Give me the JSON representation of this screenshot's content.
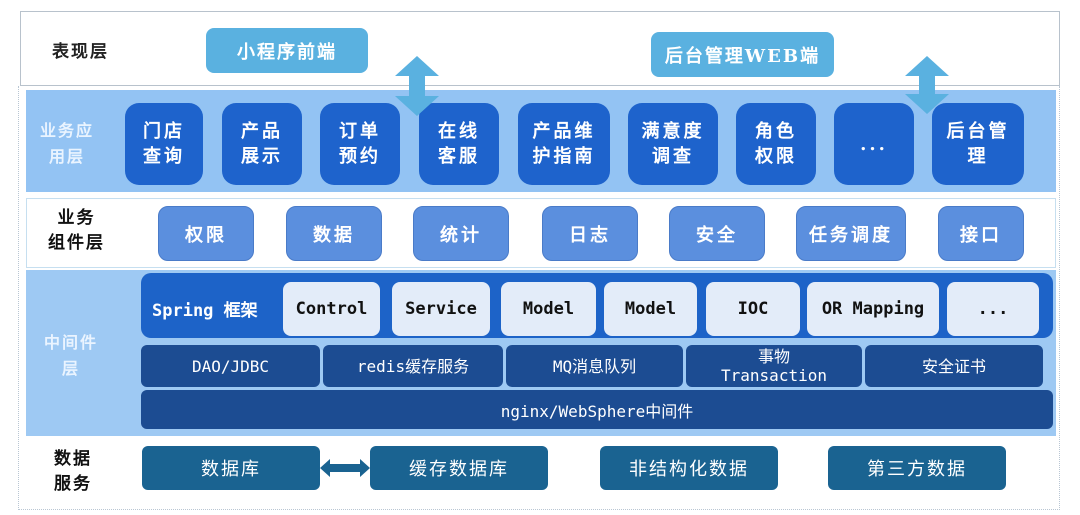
{
  "diagram": {
    "colors": {
      "presentation_box": "#5ab1e0",
      "app_layer_bg": "#93c3f3",
      "app_box": "#1e63cc",
      "component_box": "#5b8fde",
      "middleware_bg": "#9ec9f3",
      "spring_bar": "#1d63c8",
      "spring_box": "#e3ecf9",
      "service_box": "#1c4c92",
      "data_box": "#1a6391",
      "arrow": "#5ab1e0"
    },
    "presentation": {
      "label": "表现层",
      "boxes": [
        "小程序前端",
        "后台管理WEB端"
      ]
    },
    "business_app": {
      "label": "业务应\n用层",
      "boxes": [
        "门店\n查询",
        "产品\n展示",
        "订单\n预约",
        "在线\n客服",
        "产品维\n护指南",
        "满意度\n调查",
        "角色\n权限",
        "...",
        "后台管\n理"
      ]
    },
    "business_component": {
      "label": "业务\n组件层",
      "boxes": [
        "权限",
        "数据",
        "统计",
        "日志",
        "安全",
        "任务调度",
        "接口"
      ]
    },
    "middleware": {
      "label": "中间件\n层",
      "spring_label": "Spring 框架",
      "spring_boxes": [
        "Control",
        "Service",
        "Model",
        "Model",
        "IOC",
        "OR Mapping",
        "..."
      ],
      "service_boxes": [
        "DAO/JDBC",
        "redis缓存服务",
        "MQ消息队列",
        "事物\nTransaction",
        "安全证书"
      ],
      "server": "nginx/WebSphere中间件"
    },
    "data_service": {
      "label": "数据\n服务",
      "boxes": [
        "数据库",
        "缓存数据库",
        "非结构化数据",
        "第三方数据"
      ]
    },
    "connectors": [
      {
        "from": "小程序前端",
        "to": "业务应用层",
        "type": "bidirectional-arrow"
      },
      {
        "from": "后台管理WEB端",
        "to": "后台管理",
        "type": "bidirectional-arrow"
      },
      {
        "from": "数据库",
        "to": "缓存数据库",
        "type": "bidirectional-arrow"
      }
    ]
  }
}
